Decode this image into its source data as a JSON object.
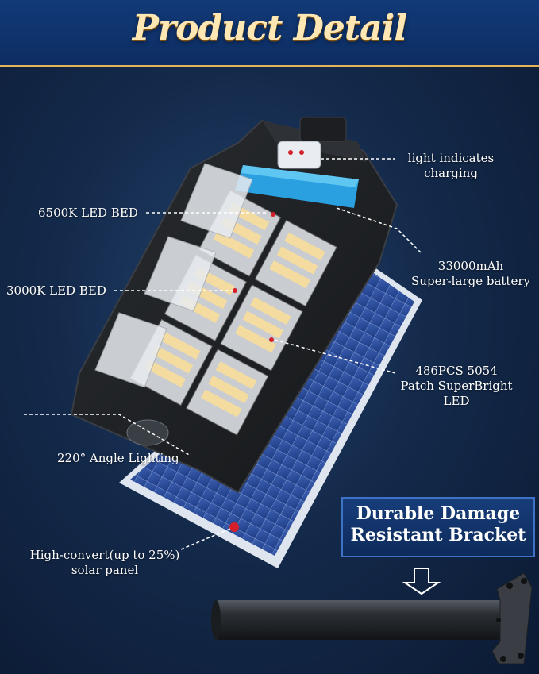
{
  "header": {
    "title": "Product Detail"
  },
  "colors": {
    "header_bg": "#0d2d62",
    "header_text": "#ffe7b3",
    "accent_blue": "#2aa0e0",
    "banner_bg": "#123a78"
  },
  "callouts": {
    "charging": {
      "line1": "light indicates",
      "line2": "charging"
    },
    "led_6500k": {
      "text": "6500K LED BED"
    },
    "battery": {
      "line1": "33000mAh",
      "line2": "Super-large battery"
    },
    "led_3000k": {
      "text": "3000K LED BED"
    },
    "led_count": {
      "line1": "486PCS 5054",
      "line2": "Patch SuperBright",
      "line3": "LED"
    },
    "angle": {
      "text": "220° Angle Lighting"
    },
    "solar": {
      "line1": "High-convert(up to 25%)",
      "line2": "solar panel"
    }
  },
  "bracket": {
    "line1": "Durable Damage",
    "line2": "Resistant Bracket"
  }
}
